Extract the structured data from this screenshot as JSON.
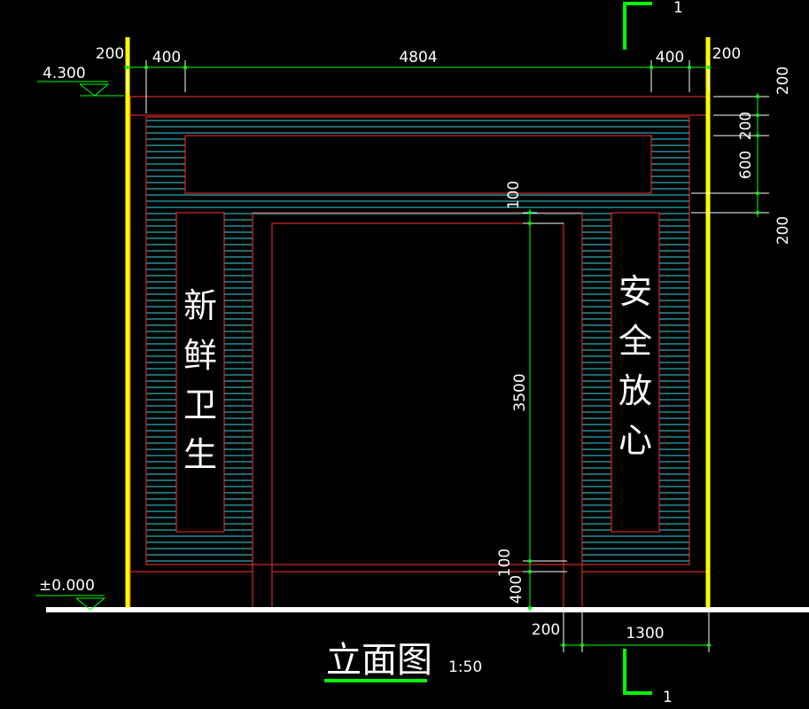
{
  "title": {
    "main": "立面图",
    "scale": "1:50"
  },
  "section_markers": {
    "top": "1",
    "bottom": "1"
  },
  "elevations": {
    "top": "4.300",
    "ground": "±0.000"
  },
  "dimensions": {
    "top": [
      "200",
      "400",
      "4804",
      "400",
      "200"
    ],
    "right": [
      "200",
      "200",
      "600",
      "200"
    ],
    "door_inner": [
      "100",
      "3500",
      "100",
      "400"
    ],
    "bottom": [
      "200",
      "1300"
    ]
  },
  "signage": {
    "left": [
      "新",
      "鲜",
      "卫",
      "生"
    ],
    "right": [
      "安",
      "全",
      "放",
      "心"
    ]
  },
  "colors": {
    "background": "#000000",
    "outline": "#ff3030",
    "hatch": "#33d6e0",
    "column": "#ffff00",
    "dimension": "#00ff00",
    "ground": "#ffffff",
    "text": "#ffffff"
  }
}
